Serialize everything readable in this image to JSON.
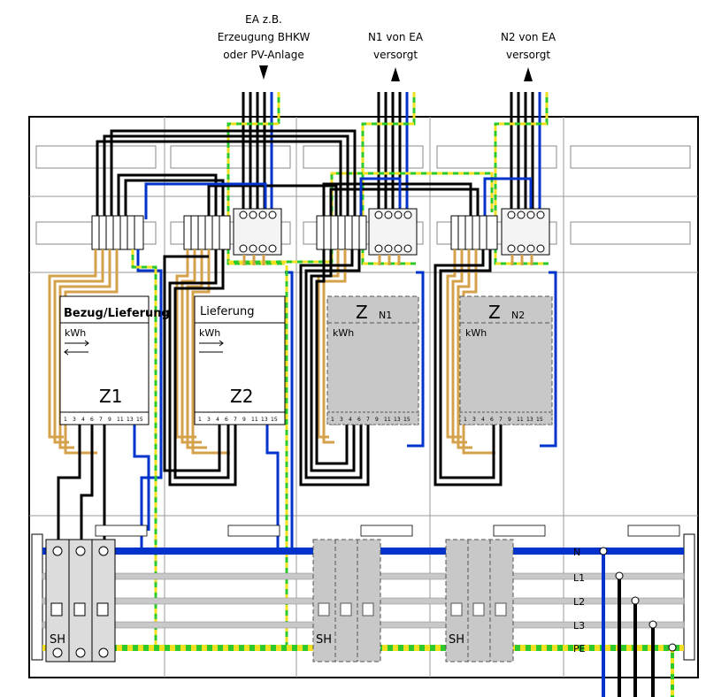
{
  "labels": {
    "ea_top": "EA z.B.",
    "ea_line2": "Erzeugung BHKW",
    "ea_line3": "oder PV-Anlage",
    "n1_line1": "N1 von EA",
    "n1_line2": "versorgt",
    "n2_line1": "N2 von EA",
    "n2_line2": "versorgt"
  },
  "meters": [
    {
      "title": "Bezug/Lieferung",
      "unit": "kWh",
      "name": "Z1"
    },
    {
      "title": "Lieferung",
      "unit": "kWh",
      "name": "Z2"
    },
    {
      "title": "Z",
      "sub": "N1",
      "unit": "kWh"
    },
    {
      "title": "Z",
      "sub": "N2",
      "unit": "kWh"
    }
  ],
  "terminals": [
    "1",
    "3",
    "4",
    "6",
    "7",
    "9",
    "11",
    "13",
    "15"
  ],
  "bus": {
    "n": "N",
    "l1": "L1",
    "l2": "L2",
    "l3": "L3",
    "pe": "PE"
  },
  "sh": {
    "a": "SH",
    "b": "SH",
    "c": "SH"
  },
  "colors": {
    "black": "#000000",
    "blue": "#0033cc",
    "gold": "#d4a24a",
    "green": "#2dc92d",
    "yellow": "#f0e020",
    "grey": "#c8c8c8",
    "lightgrey": "#ececec"
  }
}
